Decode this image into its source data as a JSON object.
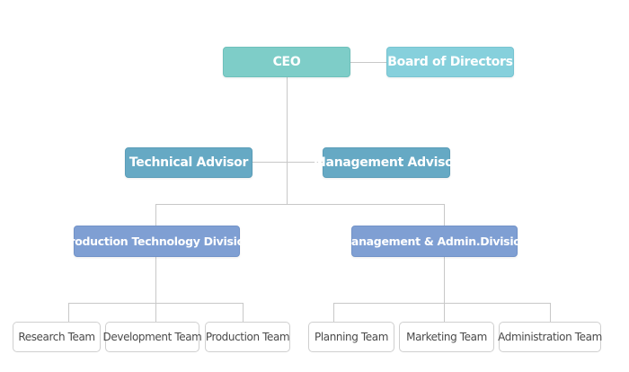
{
  "org_chart": {
    "ceo": "CEO",
    "board": "Board of Directors",
    "technical_advisor": "Technical Advisor",
    "management_advisor": "Management Advisor",
    "divisions": [
      {
        "label": "Production Technology Division",
        "teams": [
          "Research Team",
          "Development Team",
          "Production Team"
        ]
      },
      {
        "label": "Management & Admin.Division",
        "teams": [
          "Planning Team",
          "Marketing Team",
          "Administration Team"
        ]
      }
    ]
  },
  "colors": {
    "ceo": "#7ecdc8",
    "board": "#86d0dc",
    "advisor": "#66a9c4",
    "division": "#7f9fd3",
    "connector": "#c8c8c8",
    "team_border": "#cfcfcf"
  }
}
